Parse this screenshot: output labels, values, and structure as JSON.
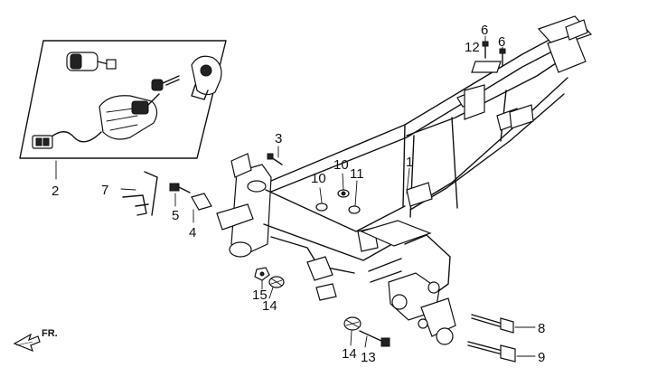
{
  "callouts": {
    "c1": "1",
    "c2": "2",
    "c3": "3",
    "c4": "4",
    "c5": "5",
    "c6a": "6",
    "c6b": "6",
    "c7": "7",
    "c8": "8",
    "c9": "9",
    "c10a": "10",
    "c10b": "10",
    "c11": "11",
    "c12": "12",
    "c13": "13",
    "c14a": "14",
    "c14b": "14",
    "c15": "15"
  },
  "direction": {
    "label": "FR.",
    "icon": "front-arrow-icon"
  }
}
